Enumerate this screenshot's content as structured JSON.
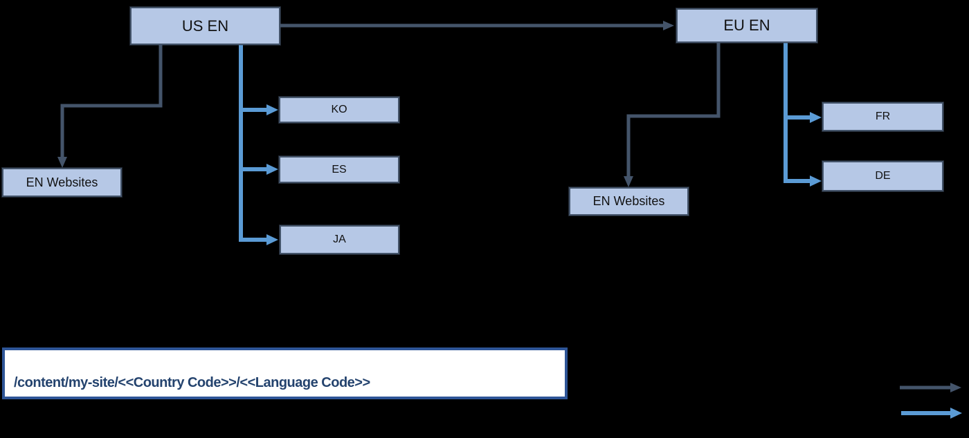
{
  "diagram": {
    "nodes": {
      "us_root": {
        "label": "US EN"
      },
      "eu_root": {
        "label": "EU EN"
      },
      "us_websites": {
        "label": "EN Websites"
      },
      "ko": {
        "label": "KO"
      },
      "es": {
        "label": "ES"
      },
      "ja": {
        "label": "JA"
      },
      "eu_websites": {
        "label": "EN Websites"
      },
      "fr": {
        "label": "FR"
      },
      "de": {
        "label": "DE"
      }
    },
    "path_box": {
      "text": "/content/my-site/<<Country Code>>/<<Language Code>>"
    },
    "legend": {
      "items": [
        {
          "icon": "dark-right-arrow-icon",
          "color": "#44546a"
        },
        {
          "icon": "blue-right-arrow-icon",
          "color": "#5b9bd5"
        }
      ]
    }
  },
  "colors": {
    "background": "#000000",
    "node_fill": "#b6c8e6",
    "node_border": "#44546a",
    "node_text": "#111111",
    "dark_arrow": "#44546a",
    "blue_arrow": "#5b9bd5",
    "path_box_border": "#2e5597",
    "path_box_fill": "#ffffff",
    "path_text": "#24436e"
  }
}
